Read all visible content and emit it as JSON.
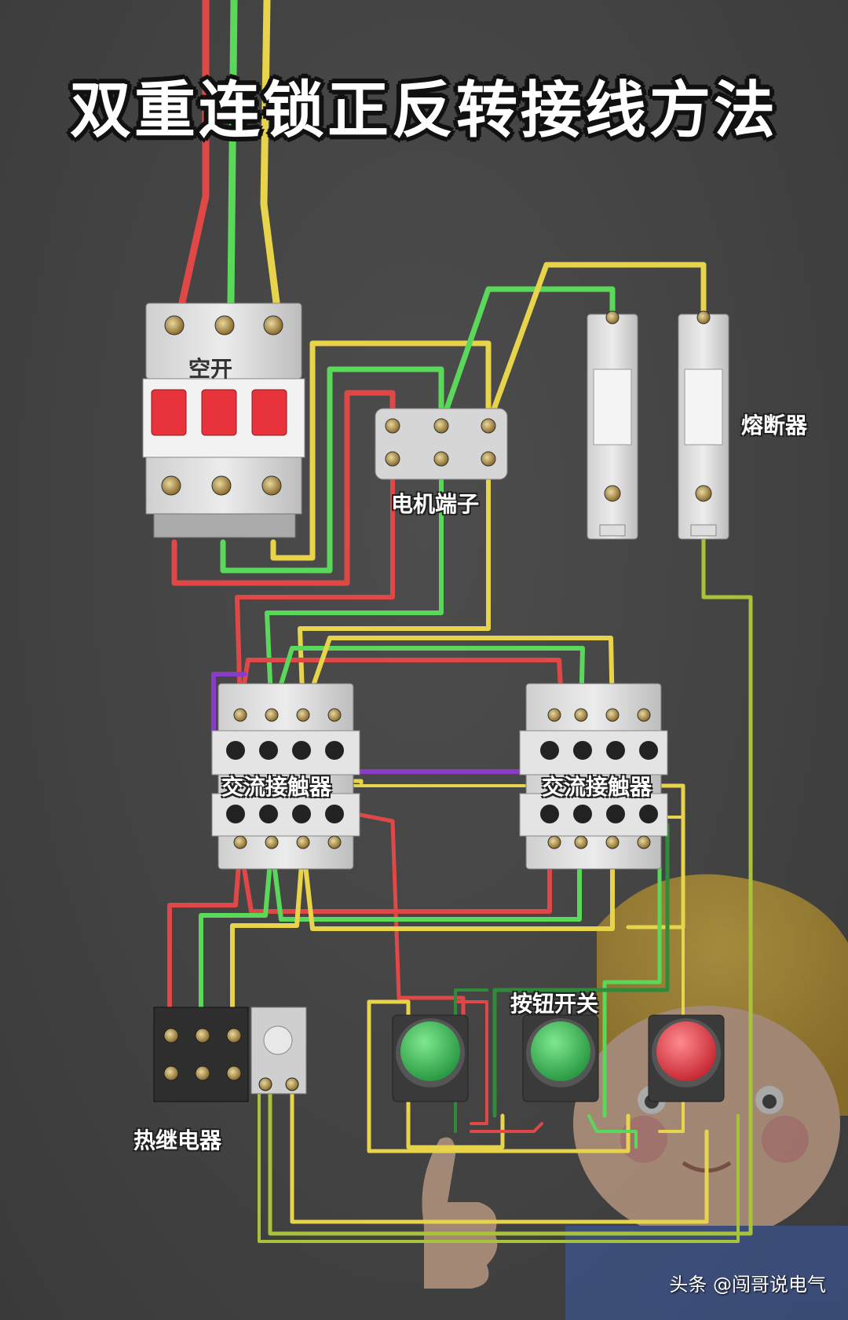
{
  "title": "双重连锁正反转接线方法",
  "labels": {
    "breaker": "空开",
    "motor_terminal": "电机端子",
    "fuse": "熔断器",
    "contactor_left": "交流接触器",
    "contactor_right": "交流接触器",
    "button_switch": "按钮开关",
    "thermal_relay": "热继电器"
  },
  "watermark": "头条 @闯哥说电气",
  "colors": {
    "red_wire": "#e04848",
    "green_wire": "#5ad85a",
    "yellow_wire": "#e8d44a",
    "purple_wire": "#8a3cc8",
    "olive_wire": "#a8c23a",
    "dark_green_wire": "#2f8a3a",
    "button_green": "#3fc25a",
    "button_red": "#e04a52",
    "breaker_handle": "#e8323c"
  }
}
